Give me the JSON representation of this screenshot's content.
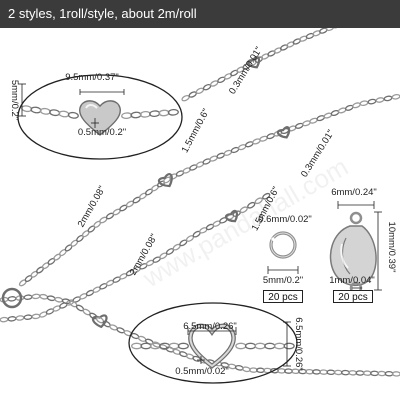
{
  "header": "2 styles, 1roll/style, about 2m/roll",
  "labels": {
    "left_height": "5mm/0.2\"",
    "top_width": "9.5mm/0.37\"",
    "top_gap": "0.5mm/0.2\"",
    "top_wire": "0.3mm/0.01\"",
    "mid_link": "1.5mm/0.6\"",
    "mid_wire": "0.3mm/0.01\"",
    "chain_a": "2mm/0.08\"",
    "chain_b_link": "1.5mm/0.6\"",
    "chain_b": "2mm/0.08\"",
    "ring_thick": "0.6mm/0.02\"",
    "ring_dia": "5mm/0.2\"",
    "clasp_w": "6mm/0.24\"",
    "clasp_h": "10mm/0.39\"",
    "clasp_wire": "1mm/0.04\"",
    "bot_width": "6.5mm/0.26\"",
    "bot_height": "6.5mm/0.26\"",
    "bot_gap": "0.5mm/0.02\""
  },
  "tags": {
    "rings": "20 pcs",
    "clasps": "20 pcs"
  },
  "watermark": "www.pandahall.com",
  "colors": {
    "header_bg": "#3b3b3b",
    "chain": "#9a9a9a",
    "chain_dark": "#6e6e6e"
  }
}
